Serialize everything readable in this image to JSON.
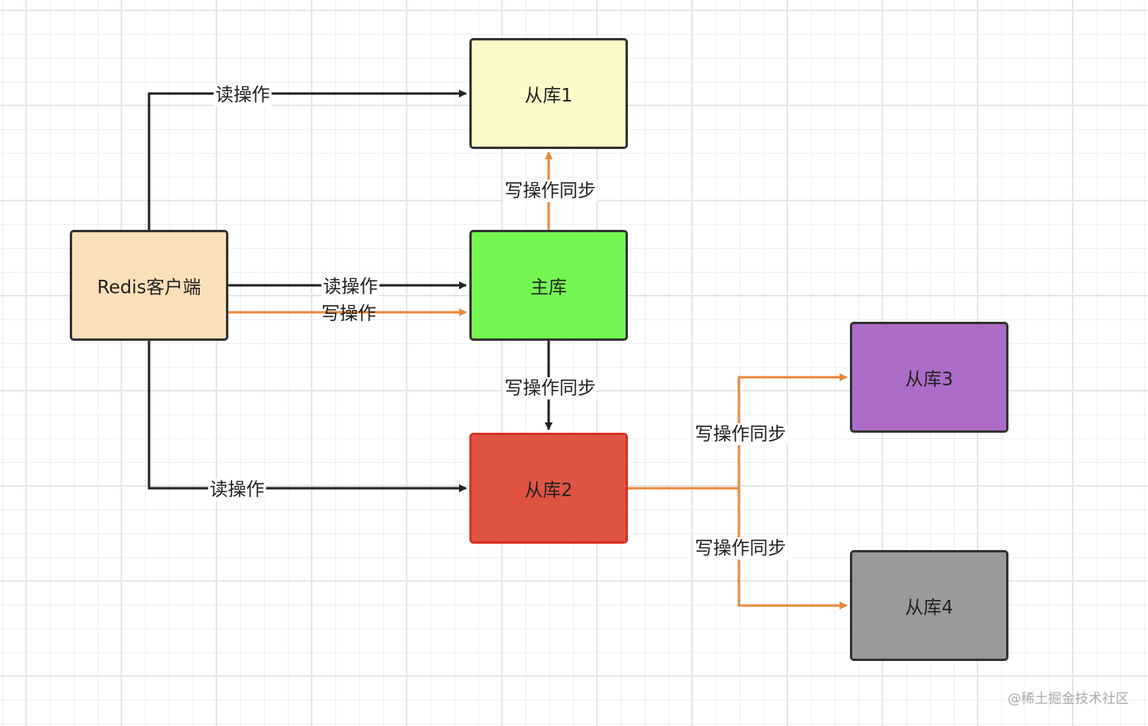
{
  "nodes": {
    "client": "Redis客户端",
    "master": "主库",
    "slave1": "从库1",
    "slave2": "从库2",
    "slave3": "从库3",
    "slave4": "从库4"
  },
  "edges": {
    "read_op": "读操作",
    "write_op": "写操作",
    "write_sync": "写操作同步"
  },
  "colors": {
    "sync": "#e8893a",
    "read": "#222222",
    "slave1": "#fef9c8",
    "client": "#fae0b9",
    "master": "#74f650",
    "slave2": "#e05343",
    "slave3": "#ad6cc7",
    "slave4": "#9a9a9a"
  },
  "watermark": "@稀土掘金技术社区"
}
